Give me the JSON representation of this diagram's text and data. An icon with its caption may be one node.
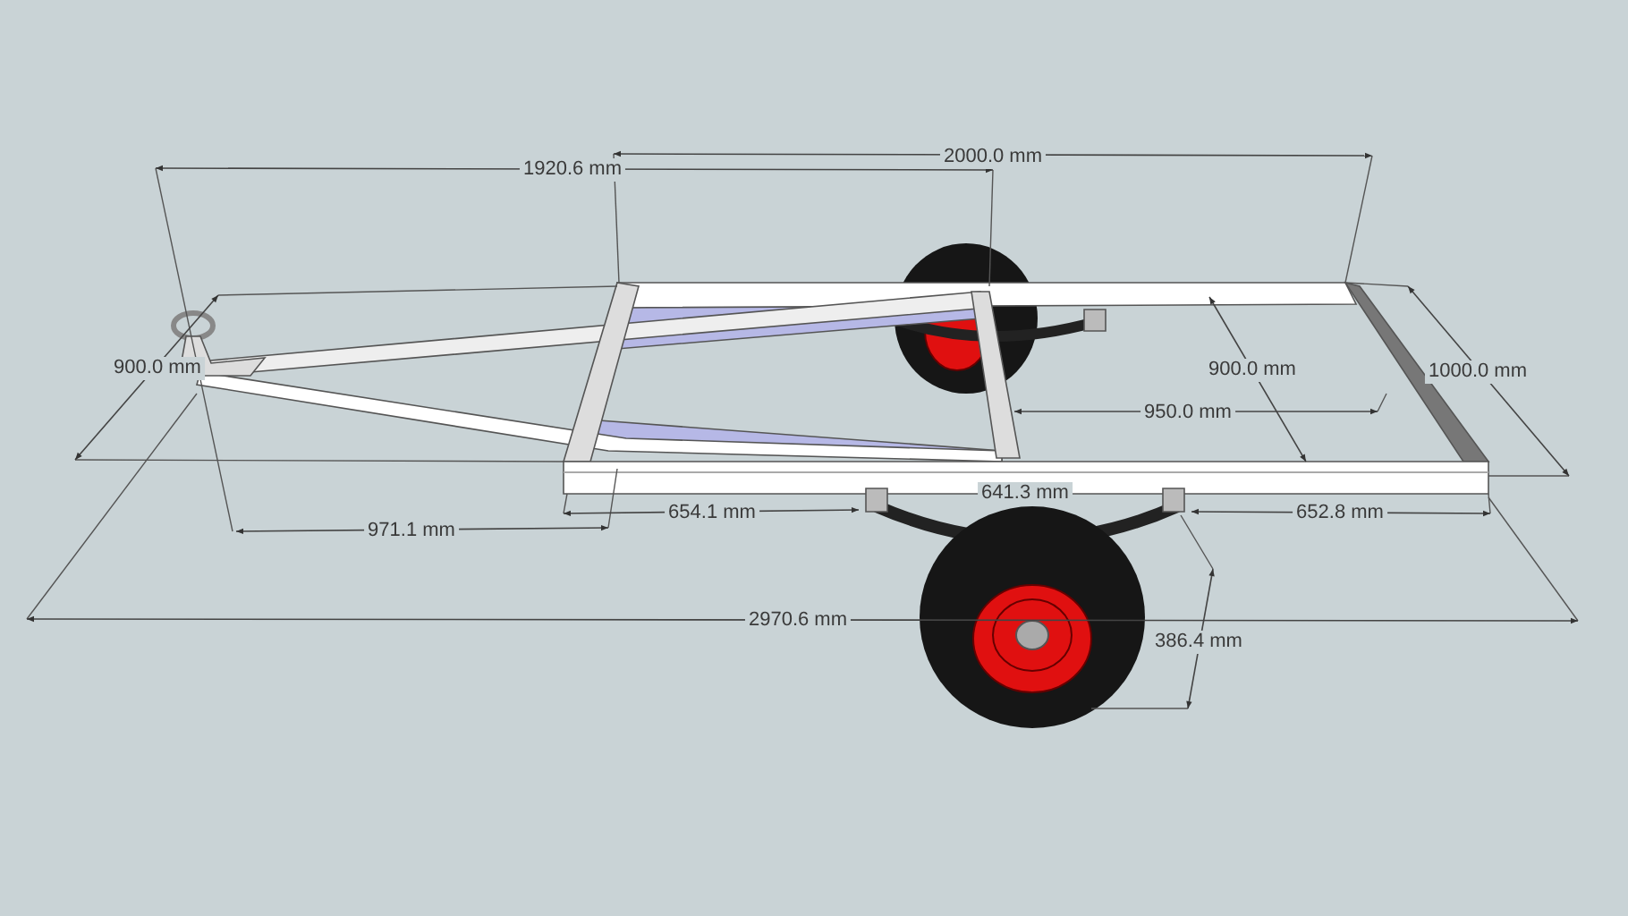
{
  "diagram": {
    "labels": [
      "2000.0 mm",
      "1920.6 mm",
      "900.0 mm",
      "900.0 mm",
      "1000.0 mm",
      "950.0 mm",
      "641.3 mm",
      "654.1 mm",
      "971.1 mm",
      "652.8 mm",
      "2970.6 mm",
      "386.4 mm"
    ]
  }
}
